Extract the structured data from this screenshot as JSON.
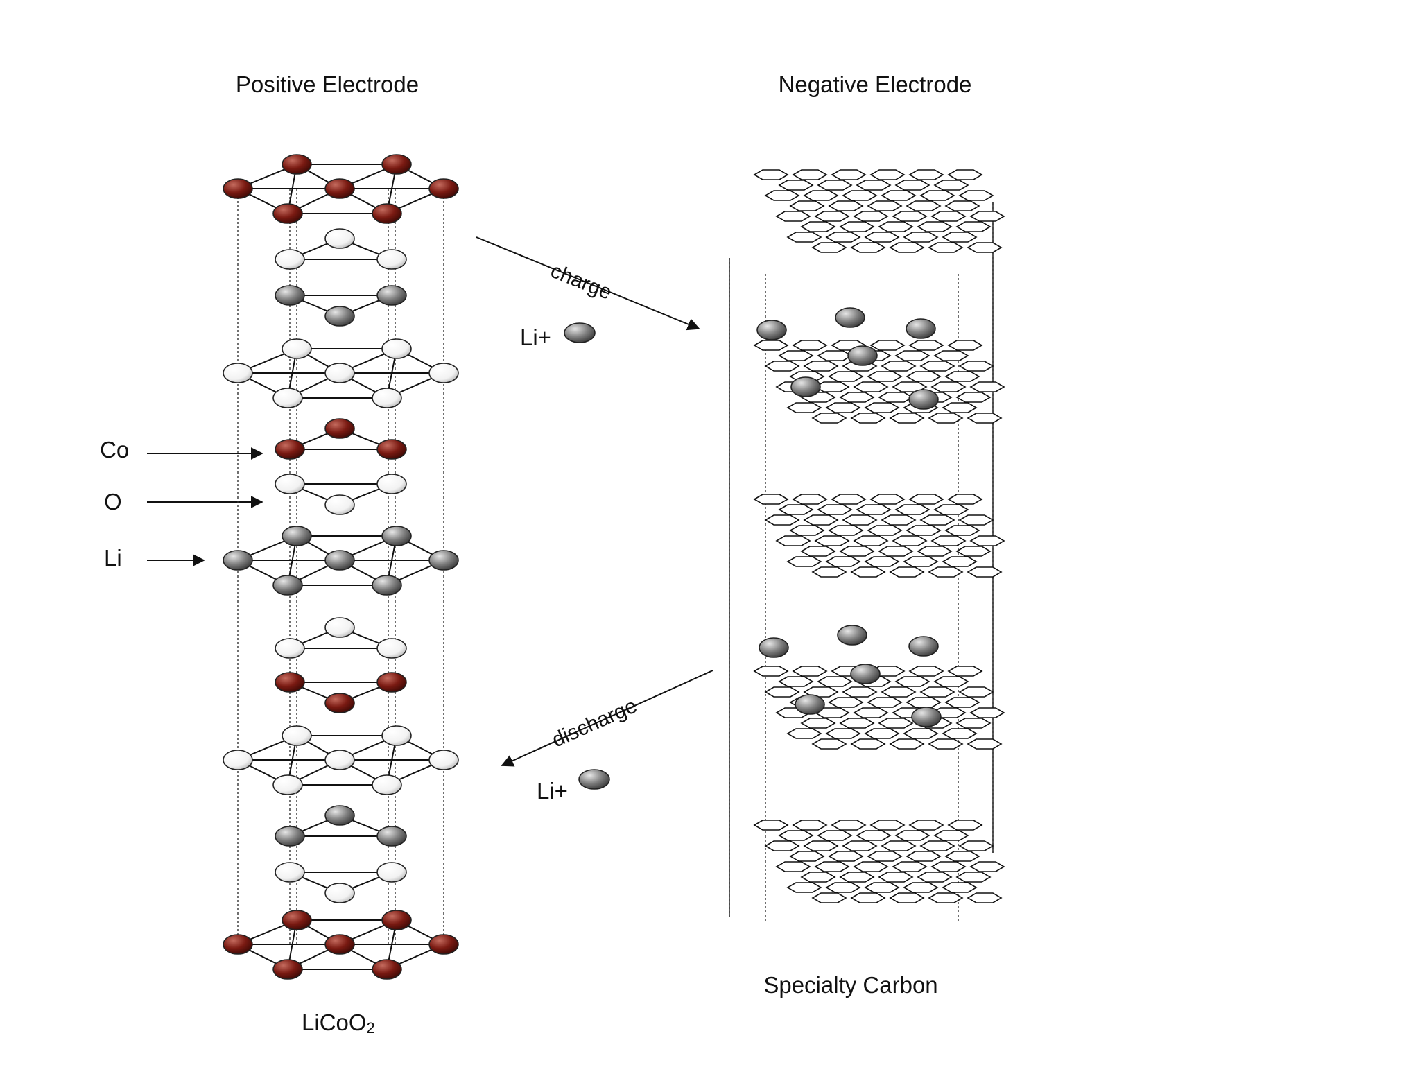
{
  "labels": {
    "positive_title": "Positive Electrode",
    "negative_title": "Negative Electrode",
    "positive_material_main": "LiCoO",
    "positive_material_sub": "2",
    "negative_material": "Specialty Carbon",
    "charge": "charge",
    "discharge": "discharge",
    "li_ion_top": "Li+",
    "li_ion_bottom": "Li+"
  },
  "legend": [
    {
      "symbol": "Co",
      "atom": "cobalt"
    },
    {
      "symbol": "O",
      "atom": "oxygen"
    },
    {
      "symbol": "Li",
      "atom": "lithium"
    }
  ],
  "colors": {
    "cobalt": "#7a1a12",
    "oxygen": "#ffffff",
    "lithium": "#808080",
    "background": "#ffffff"
  }
}
